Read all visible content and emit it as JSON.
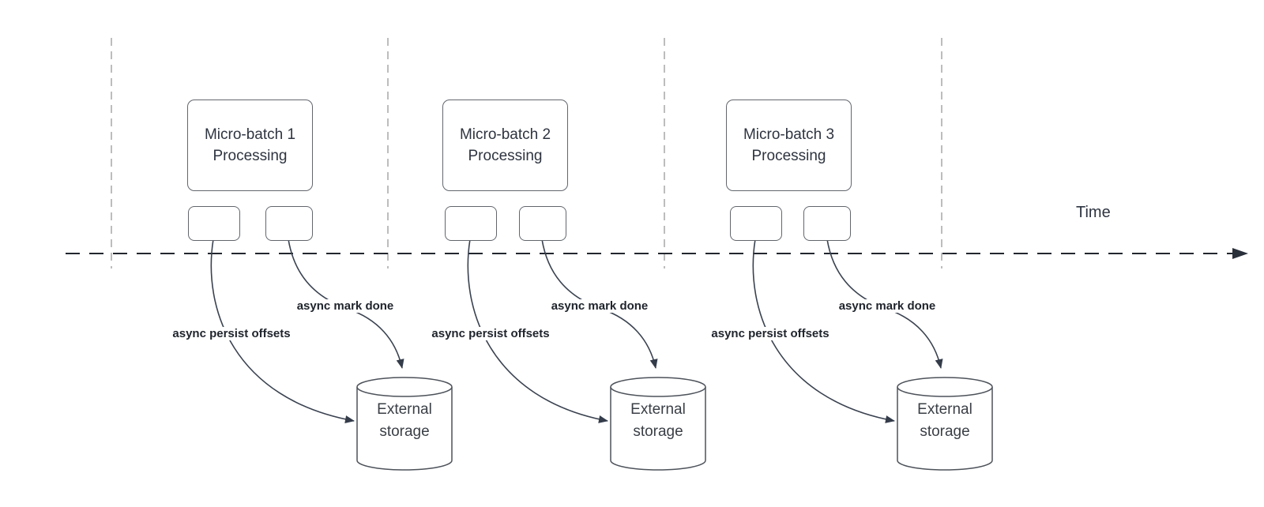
{
  "diagram": {
    "title_implicit": "Micro-batch asynchronous progress tracking timeline",
    "time_axis": {
      "label": "Time"
    },
    "groups": [
      {
        "box_title": "Micro-batch 1",
        "box_subtitle": "Processing",
        "persist_label": "async persist offsets",
        "mark_done_label": "async mark done",
        "storage_label": "External storage"
      },
      {
        "box_title": "Micro-batch 2",
        "box_subtitle": "Processing",
        "persist_label": "async persist offsets",
        "mark_done_label": "async mark done",
        "storage_label": "External storage"
      },
      {
        "box_title": "Micro-batch 3",
        "box_subtitle": "Processing",
        "persist_label": "async persist offsets",
        "mark_done_label": "async mark done",
        "storage_label": "External storage"
      }
    ],
    "colors": {
      "background": "#ffffff",
      "box_border": "#62676d",
      "box_text": "#2e3440",
      "edge_stroke": "#3a4250",
      "arrowhead_fill": "#343c4a",
      "timeline_stroke": "#21262e",
      "guide_line": "#a7a7a7",
      "edge_label_text": "#20252d"
    }
  }
}
